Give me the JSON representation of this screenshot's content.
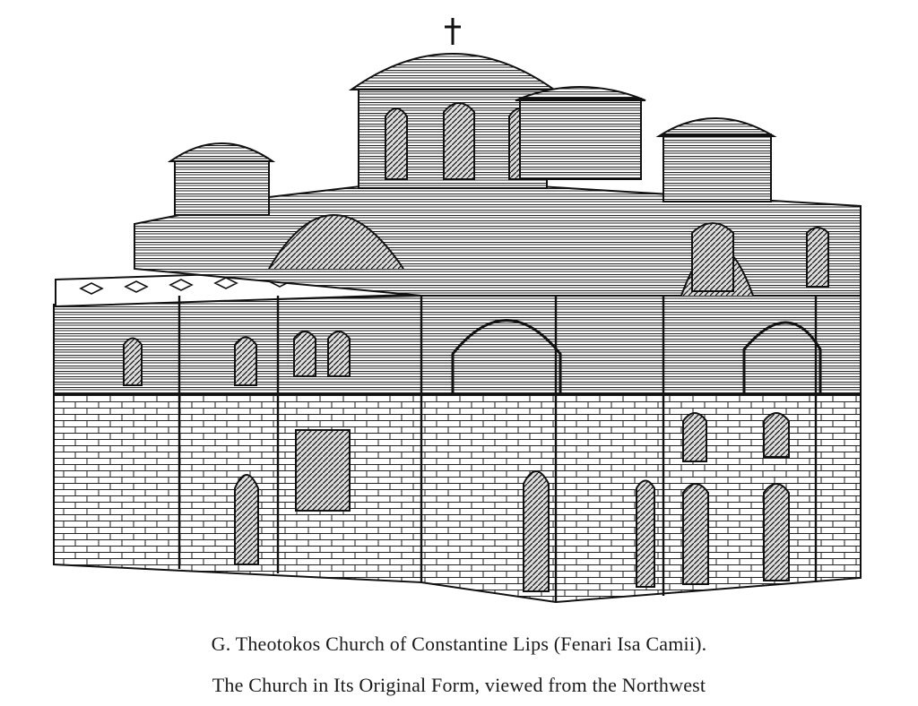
{
  "figure": {
    "illustration_label": "church-elevation-drawing",
    "caption_line_1": "G.   Theotokos Church of Constantine Lips (Fenari Isa Camii).",
    "caption_line_2": "The Church in Its Original Form, viewed from the Northwest"
  },
  "colors": {
    "ink": "#1a1a1a",
    "paper": "#ffffff"
  }
}
